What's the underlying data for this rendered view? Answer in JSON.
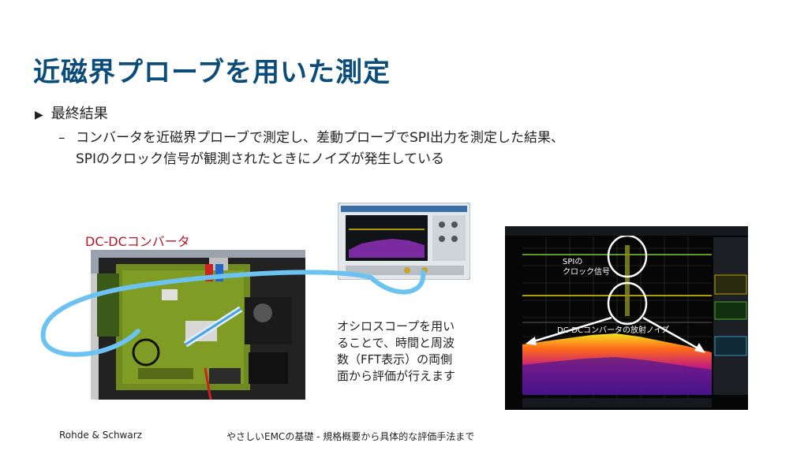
{
  "title": "近磁界プローブを用いた測定",
  "bullet": "最終結果",
  "sub_line1": "コンバータを近磁界プローブで測定し、差動プローブでSPI出力を測定した結果、",
  "sub_line2": "SPIのクロック信号が観測されたときにノイズが発生している",
  "dcdc_label": "DC-DCコンバータ",
  "caption": [
    "オシロスコープを用い",
    "ることで、時間と周波",
    "数（FFT表示）の両側",
    "面から評価が行えます"
  ],
  "screen": {
    "spi_label_1": "SPIの",
    "spi_label_2": "クロック信号",
    "noise_label": "DC-DCコンバータの放射ノイズ"
  },
  "footer": {
    "company": "Rohde  & Schwarz",
    "course": "やさしいEMCの基礎 - 規格概要から具体的な評価手法まで"
  }
}
